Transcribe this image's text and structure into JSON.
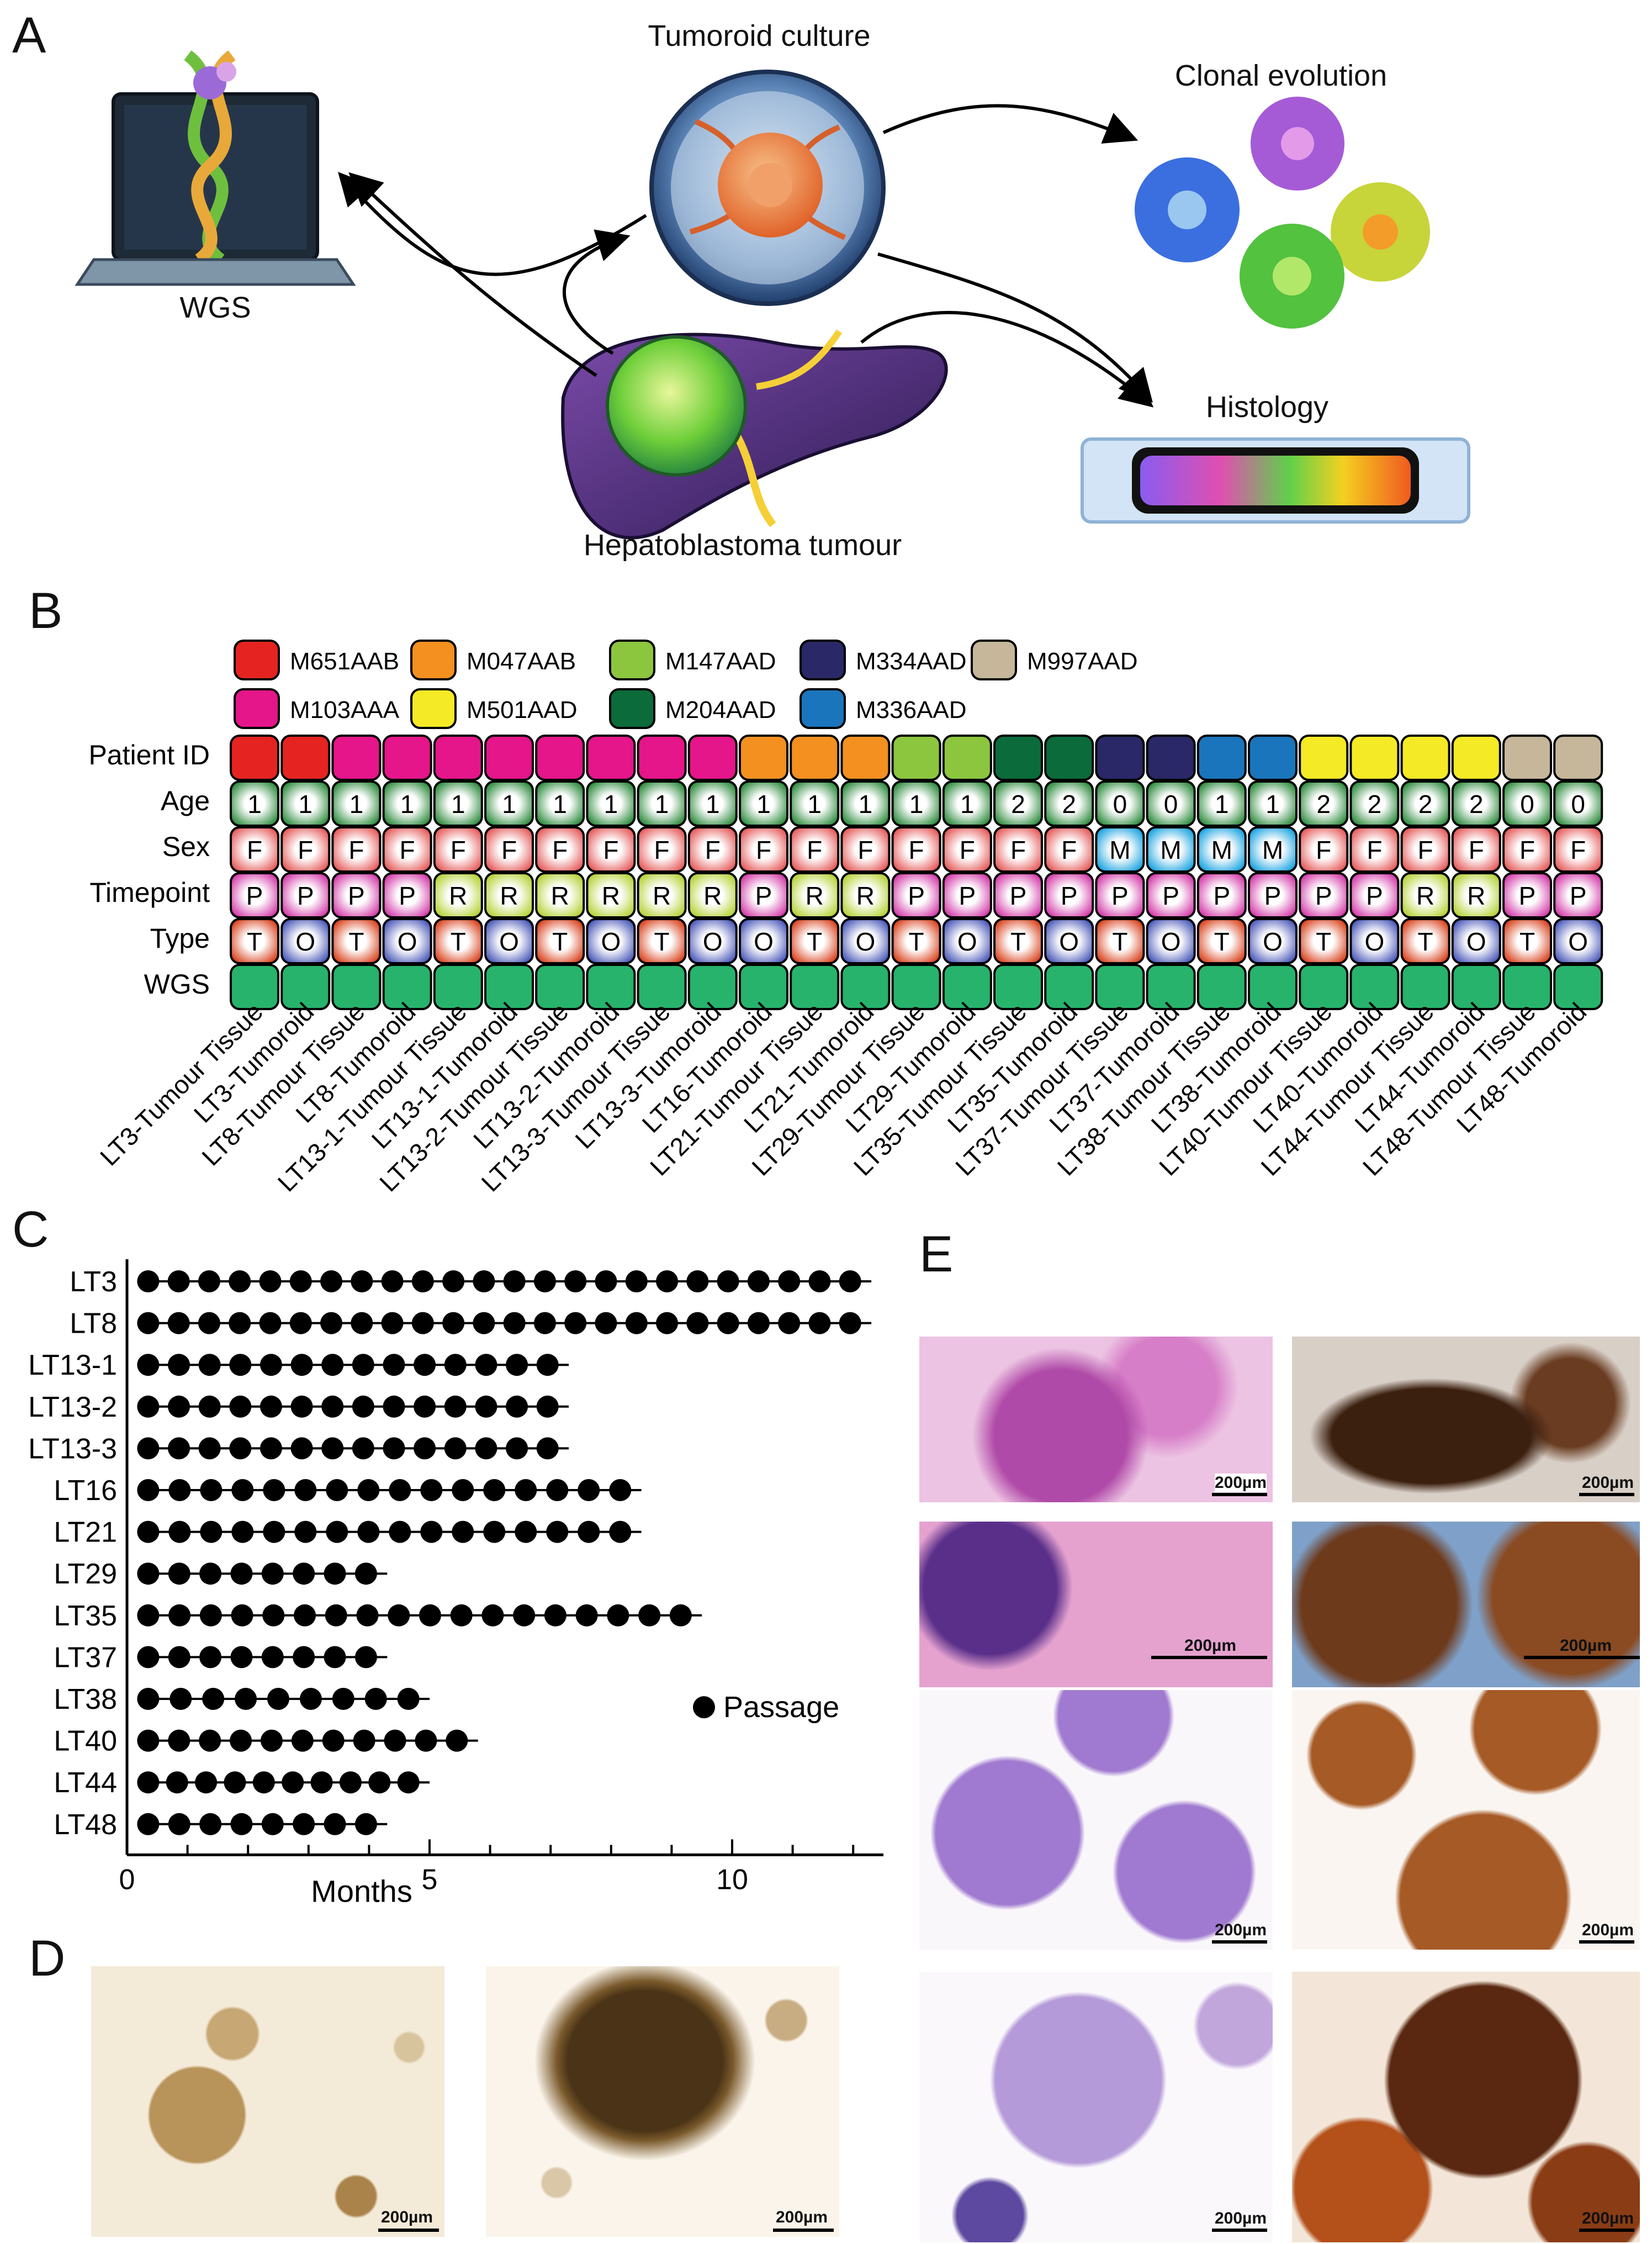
{
  "panels": {
    "a": "A",
    "b": "B",
    "c": "C",
    "d": "D",
    "e": "E"
  },
  "panel_a": {
    "wgs": "WGS",
    "tumoroid_culture": "Tumoroid culture",
    "clonal_evolution": "Clonal evolution",
    "histology": "Histology",
    "tumour": "Hepatoblastoma tumour"
  },
  "panel_b": {
    "legend": [
      {
        "id": "M651AAB",
        "color": "#e52421"
      },
      {
        "id": "M103AAA",
        "color": "#e5158a"
      },
      {
        "id": "M047AAB",
        "color": "#f39020"
      },
      {
        "id": "M501AAD",
        "color": "#f5ea26"
      },
      {
        "id": "M147AAD",
        "color": "#8cc63f"
      },
      {
        "id": "M204AAD",
        "color": "#0b6b3a"
      },
      {
        "id": "M334AAD",
        "color": "#2a2866"
      },
      {
        "id": "M336AAD",
        "color": "#1b75bc"
      },
      {
        "id": "M997AAD",
        "color": "#c6b79b"
      }
    ],
    "row_labels": [
      "Patient ID",
      "Age",
      "Sex",
      "Timepoint",
      "Type",
      "WGS"
    ],
    "columns": [
      {
        "name": "LT3-Tumour Tissue",
        "patient": "M651AAB",
        "age": "1",
        "sex": "F",
        "timepoint": "P",
        "type": "T"
      },
      {
        "name": "LT3-Tumoroid",
        "patient": "M651AAB",
        "age": "1",
        "sex": "F",
        "timepoint": "P",
        "type": "O"
      },
      {
        "name": "LT8-Tumour Tissue",
        "patient": "M103AAA",
        "age": "1",
        "sex": "F",
        "timepoint": "P",
        "type": "T"
      },
      {
        "name": "LT8-Tumoroid",
        "patient": "M103AAA",
        "age": "1",
        "sex": "F",
        "timepoint": "P",
        "type": "O"
      },
      {
        "name": "LT13-1-Tumour Tissue",
        "patient": "M103AAA",
        "age": "1",
        "sex": "F",
        "timepoint": "R",
        "type": "T"
      },
      {
        "name": "LT13-1-Tumoroid",
        "patient": "M103AAA",
        "age": "1",
        "sex": "F",
        "timepoint": "R",
        "type": "O"
      },
      {
        "name": "LT13-2-Tumour Tissue",
        "patient": "M103AAA",
        "age": "1",
        "sex": "F",
        "timepoint": "R",
        "type": "T"
      },
      {
        "name": "LT13-2-Tumoroid",
        "patient": "M103AAA",
        "age": "1",
        "sex": "F",
        "timepoint": "R",
        "type": "O"
      },
      {
        "name": "LT13-3-Tumour Tissue",
        "patient": "M103AAA",
        "age": "1",
        "sex": "F",
        "timepoint": "R",
        "type": "T"
      },
      {
        "name": "LT13-3-Tumoroid",
        "patient": "M103AAA",
        "age": "1",
        "sex": "F",
        "timepoint": "R",
        "type": "O"
      },
      {
        "name": "LT16-Tumoroid",
        "patient": "M047AAB",
        "age": "1",
        "sex": "F",
        "timepoint": "P",
        "type": "O"
      },
      {
        "name": "LT21-Tumour Tissue",
        "patient": "M047AAB",
        "age": "1",
        "sex": "F",
        "timepoint": "R",
        "type": "T"
      },
      {
        "name": "LT21-Tumoroid",
        "patient": "M047AAB",
        "age": "1",
        "sex": "F",
        "timepoint": "R",
        "type": "O"
      },
      {
        "name": "LT29-Tumour Tissue",
        "patient": "M147AAD",
        "age": "1",
        "sex": "F",
        "timepoint": "P",
        "type": "T"
      },
      {
        "name": "LT29-Tumoroid",
        "patient": "M147AAD",
        "age": "1",
        "sex": "F",
        "timepoint": "P",
        "type": "O"
      },
      {
        "name": "LT35-Tumour Tissue",
        "patient": "M204AAD",
        "age": "2",
        "sex": "F",
        "timepoint": "P",
        "type": "T"
      },
      {
        "name": "LT35-Tumoroid",
        "patient": "M204AAD",
        "age": "2",
        "sex": "F",
        "timepoint": "P",
        "type": "O"
      },
      {
        "name": "LT37-Tumour Tissue",
        "patient": "M334AAD",
        "age": "0",
        "sex": "M",
        "timepoint": "P",
        "type": "T"
      },
      {
        "name": "LT37-Tumoroid",
        "patient": "M334AAD",
        "age": "0",
        "sex": "M",
        "timepoint": "P",
        "type": "O"
      },
      {
        "name": "LT38-Tumour Tissue",
        "patient": "M336AAD",
        "age": "1",
        "sex": "M",
        "timepoint": "P",
        "type": "T"
      },
      {
        "name": "LT38-Tumoroid",
        "patient": "M336AAD",
        "age": "1",
        "sex": "M",
        "timepoint": "P",
        "type": "O"
      },
      {
        "name": "LT40-Tumour Tissue",
        "patient": "M501AAD",
        "age": "2",
        "sex": "F",
        "timepoint": "P",
        "type": "T"
      },
      {
        "name": "LT40-Tumoroid",
        "patient": "M501AAD",
        "age": "2",
        "sex": "F",
        "timepoint": "P",
        "type": "O"
      },
      {
        "name": "LT44-Tumour Tissue",
        "patient": "M501AAD",
        "age": "2",
        "sex": "F",
        "timepoint": "R",
        "type": "T"
      },
      {
        "name": "LT44-Tumoroid",
        "patient": "M501AAD",
        "age": "2",
        "sex": "F",
        "timepoint": "R",
        "type": "O"
      },
      {
        "name": "LT48-Tumour Tissue",
        "patient": "M997AAD",
        "age": "0",
        "sex": "F",
        "timepoint": "P",
        "type": "T"
      },
      {
        "name": "LT48-Tumoroid",
        "patient": "M997AAD",
        "age": "0",
        "sex": "F",
        "timepoint": "P",
        "type": "O"
      }
    ],
    "wgs_color": "#27b36c"
  },
  "chart_data": {
    "type": "scatter",
    "xlabel": "Months",
    "xlim": [
      0,
      12.5
    ],
    "x_ticks": [
      0,
      5,
      10
    ],
    "legend": "Passage",
    "legend_placement": "bottom-right",
    "series": [
      {
        "name": "LT3",
        "passages": 24,
        "end": 12.3
      },
      {
        "name": "LT8",
        "passages": 24,
        "end": 12.3
      },
      {
        "name": "LT13-1",
        "passages": 14,
        "end": 7.3
      },
      {
        "name": "LT13-2",
        "passages": 14,
        "end": 7.3
      },
      {
        "name": "LT13-3",
        "passages": 14,
        "end": 7.3
      },
      {
        "name": "LT16",
        "passages": 16,
        "end": 8.5
      },
      {
        "name": "LT21",
        "passages": 16,
        "end": 8.5
      },
      {
        "name": "LT29",
        "passages": 8,
        "end": 4.3
      },
      {
        "name": "LT35",
        "passages": 18,
        "end": 9.5
      },
      {
        "name": "LT37",
        "passages": 8,
        "end": 4.3
      },
      {
        "name": "LT38",
        "passages": 9,
        "end": 5.0
      },
      {
        "name": "LT40",
        "passages": 11,
        "end": 5.8
      },
      {
        "name": "LT44",
        "passages": 10,
        "end": 5.0
      },
      {
        "name": "LT48",
        "passages": 8,
        "end": 4.3
      }
    ]
  },
  "scale_bar": "200µm"
}
